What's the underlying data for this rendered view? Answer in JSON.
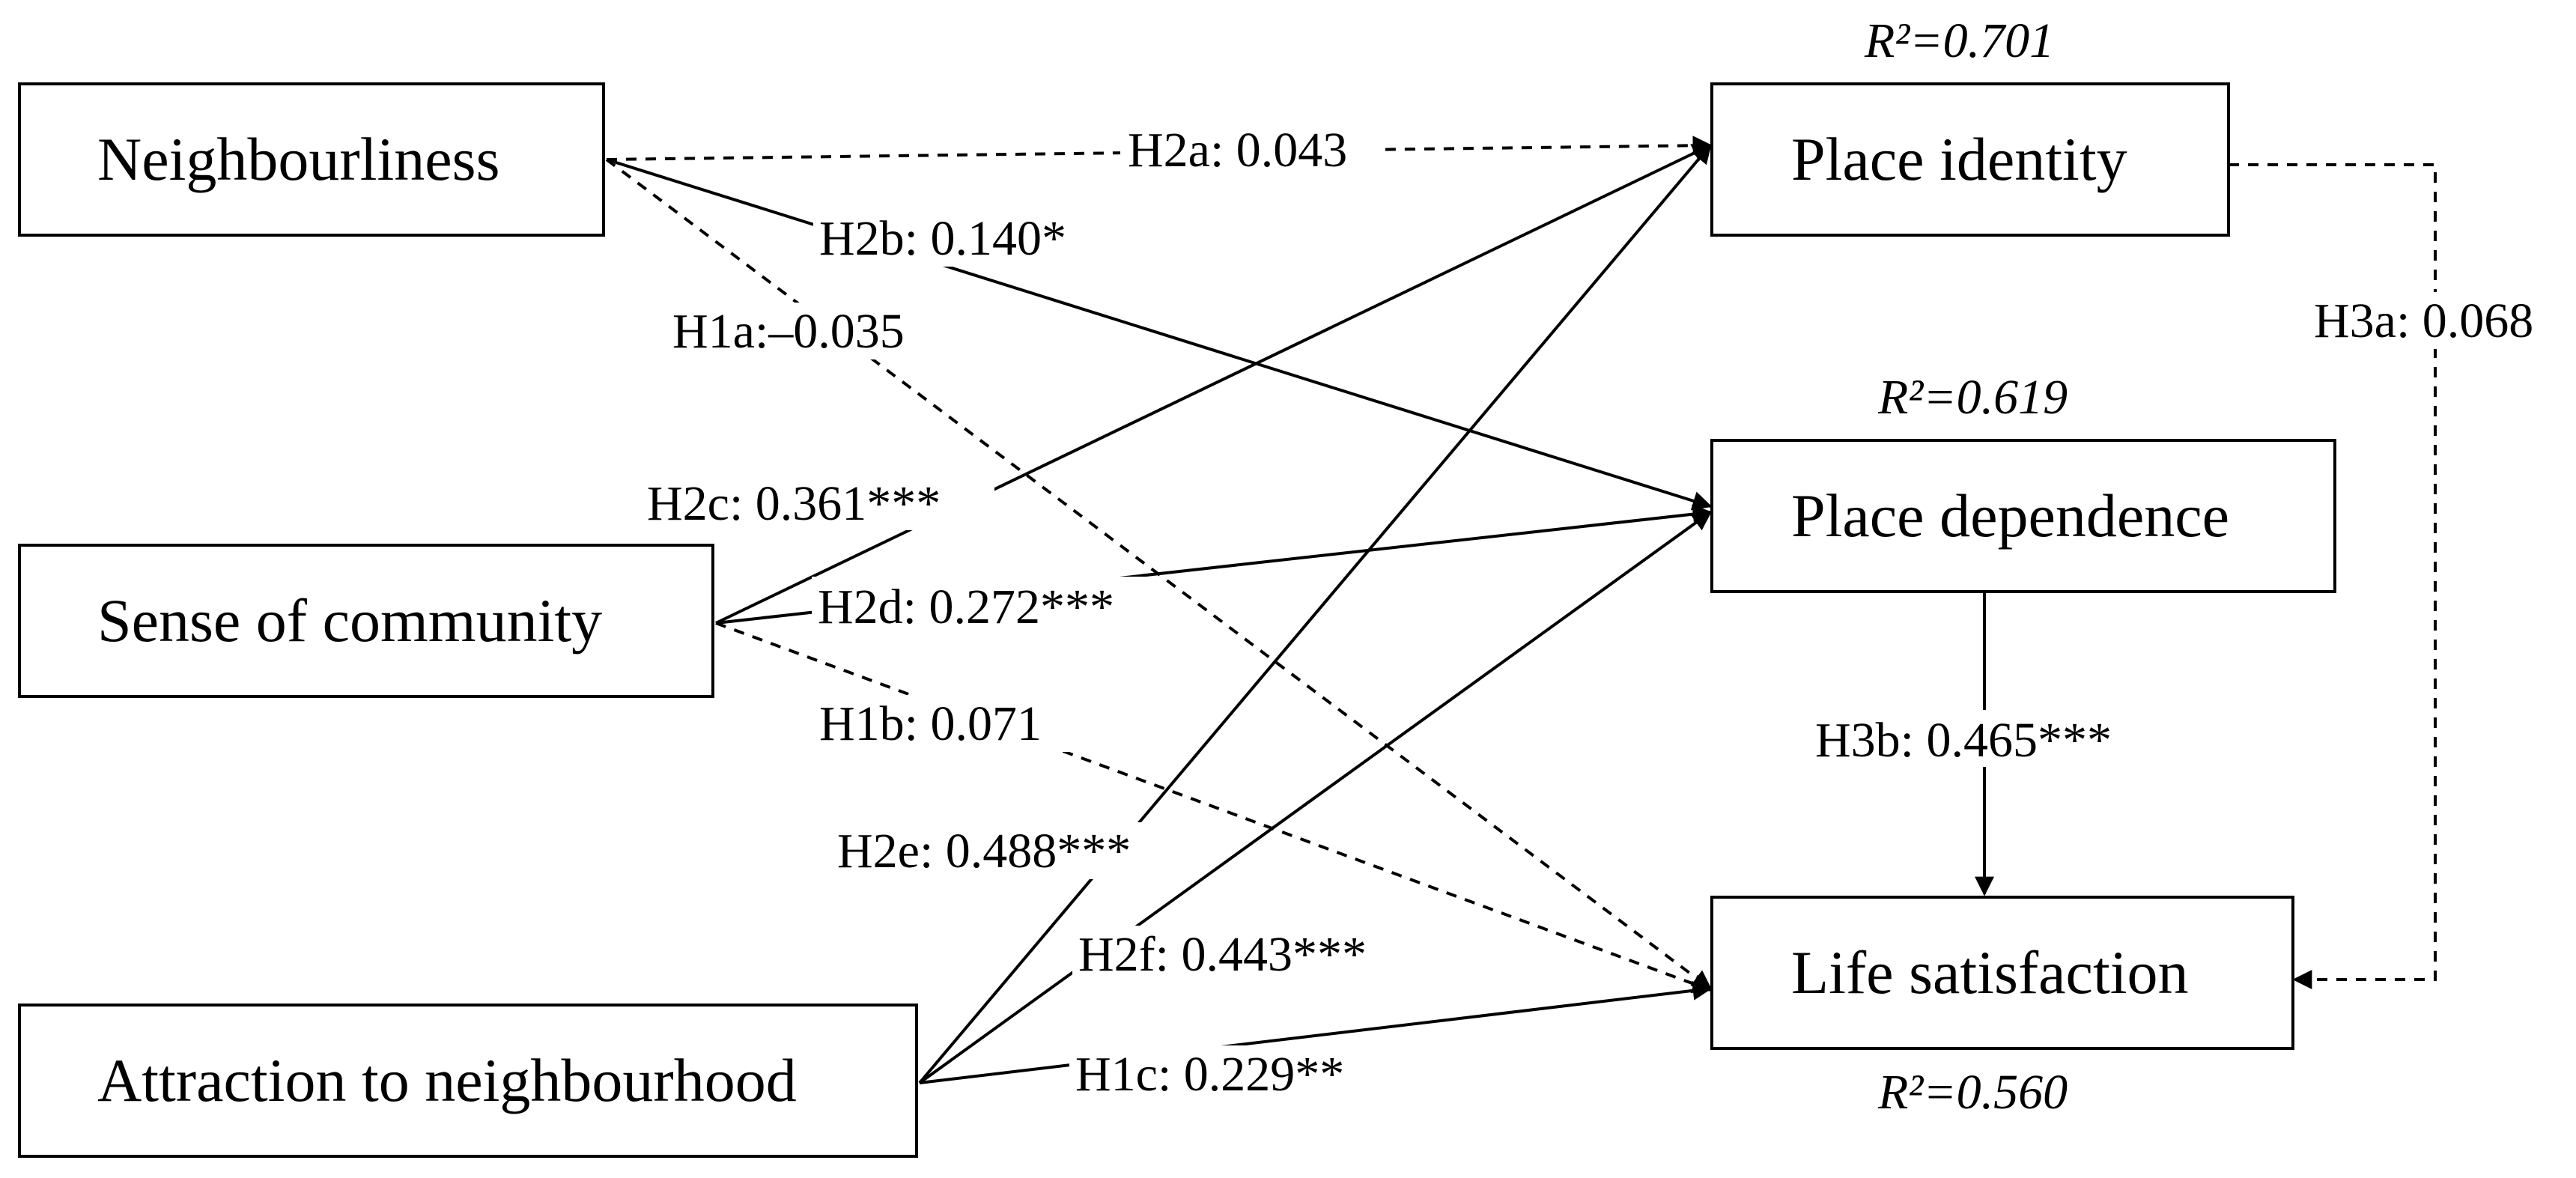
{
  "nodes": {
    "neighbourliness": "Neighbourliness",
    "sense_of_community": "Sense of community",
    "attraction": "Attraction to neighbourhood",
    "place_identity": "Place identity",
    "place_dependence": "Place dependence",
    "life_satisfaction": "Life satisfaction"
  },
  "r_squared": {
    "place_identity": "R²=0.701",
    "place_dependence": "R²=0.619",
    "life_satisfaction": "R²=0.560"
  },
  "paths": [
    {
      "id": "h2a",
      "from": "Neighbourliness",
      "to": "Place identity",
      "label": "H2a: 0.043",
      "significant": false
    },
    {
      "id": "h2b",
      "from": "Neighbourliness",
      "to": "Place dependence",
      "label": "H2b: 0.140*",
      "significant": true
    },
    {
      "id": "h1a",
      "from": "Neighbourliness",
      "to": "Life satisfaction",
      "label": "H1a:–0.035",
      "significant": false
    },
    {
      "id": "h2c",
      "from": "Sense of community",
      "to": "Place identity",
      "label": "H2c: 0.361***",
      "significant": true
    },
    {
      "id": "h2d",
      "from": "Sense of community",
      "to": "Place dependence",
      "label": "H2d: 0.272***",
      "significant": true
    },
    {
      "id": "h1b",
      "from": "Sense of community",
      "to": "Life satisfaction",
      "label": "H1b: 0.071",
      "significant": false
    },
    {
      "id": "h2e",
      "from": "Attraction to neighbourhood",
      "to": "Place identity",
      "label": "H2e: 0.488***",
      "significant": true
    },
    {
      "id": "h2f",
      "from": "Attraction to neighbourhood",
      "to": "Place dependence",
      "label": "H2f: 0.443***",
      "significant": true
    },
    {
      "id": "h1c",
      "from": "Attraction to neighbourhood",
      "to": "Life satisfaction",
      "label": "H1c: 0.229**",
      "significant": true
    },
    {
      "id": "h3a",
      "from": "Place identity",
      "to": "Life satisfaction",
      "label": "H3a: 0.068",
      "significant": false
    },
    {
      "id": "h3b",
      "from": "Place dependence",
      "to": "Life satisfaction",
      "label": "H3b: 0.465***",
      "significant": true
    }
  ]
}
